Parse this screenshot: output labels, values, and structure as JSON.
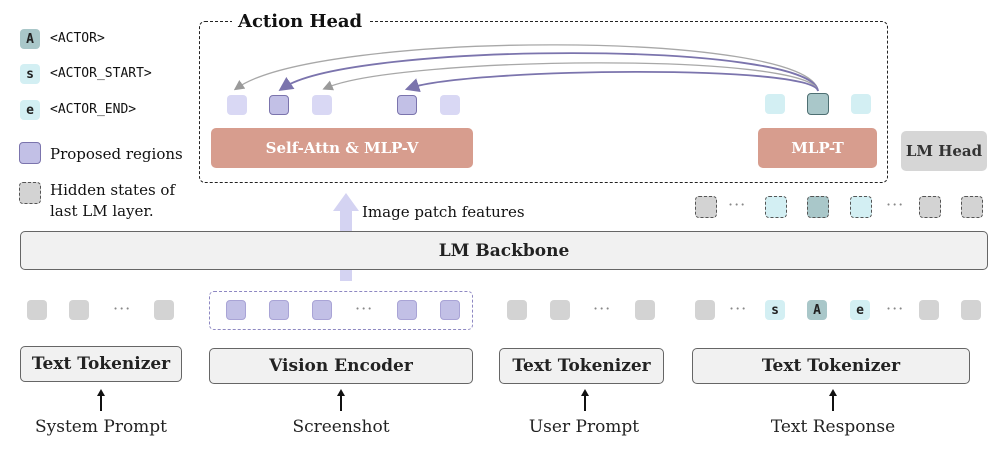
{
  "legend": {
    "actor_letter": "A",
    "actor_label": "<ACTOR>",
    "start_letter": "s",
    "start_label": "<ACTOR_START>",
    "end_letter": "e",
    "end_label": "<ACTOR_END>",
    "regions_label": "Proposed regions",
    "hidden_label_line1": "Hidden states of",
    "hidden_label_line2": "last LM layer."
  },
  "action_head": {
    "title": "Action Head",
    "self_attn_label": "Self-Attn & MLP-V",
    "mlp_t_label": "MLP-T"
  },
  "lm_head_label": "LM Head",
  "image_patch_label": "Image patch features",
  "lm_backbone_label": "LM Backbone",
  "ellipsis": "···",
  "encoders": {
    "tokenizer1": "Text Tokenizer",
    "vision": "Vision Encoder",
    "tokenizer2": "Text Tokenizer",
    "tokenizer3": "Text Tokenizer"
  },
  "inputs": {
    "system": "System Prompt",
    "screenshot": "Screenshot",
    "user": "User Prompt",
    "response": "Text Response"
  },
  "token_letters": {
    "start": "s",
    "actor": "A",
    "end": "e"
  },
  "colors": {
    "salmon": "#d79d8e",
    "proposed_purple": "#c2c0e6",
    "light_purple": "#d9d8f4",
    "light_cyan": "#d3eff3",
    "teal": "#a9c7c9",
    "gray_token": "#d3d3d3",
    "box_fill": "#f1f1f1"
  }
}
